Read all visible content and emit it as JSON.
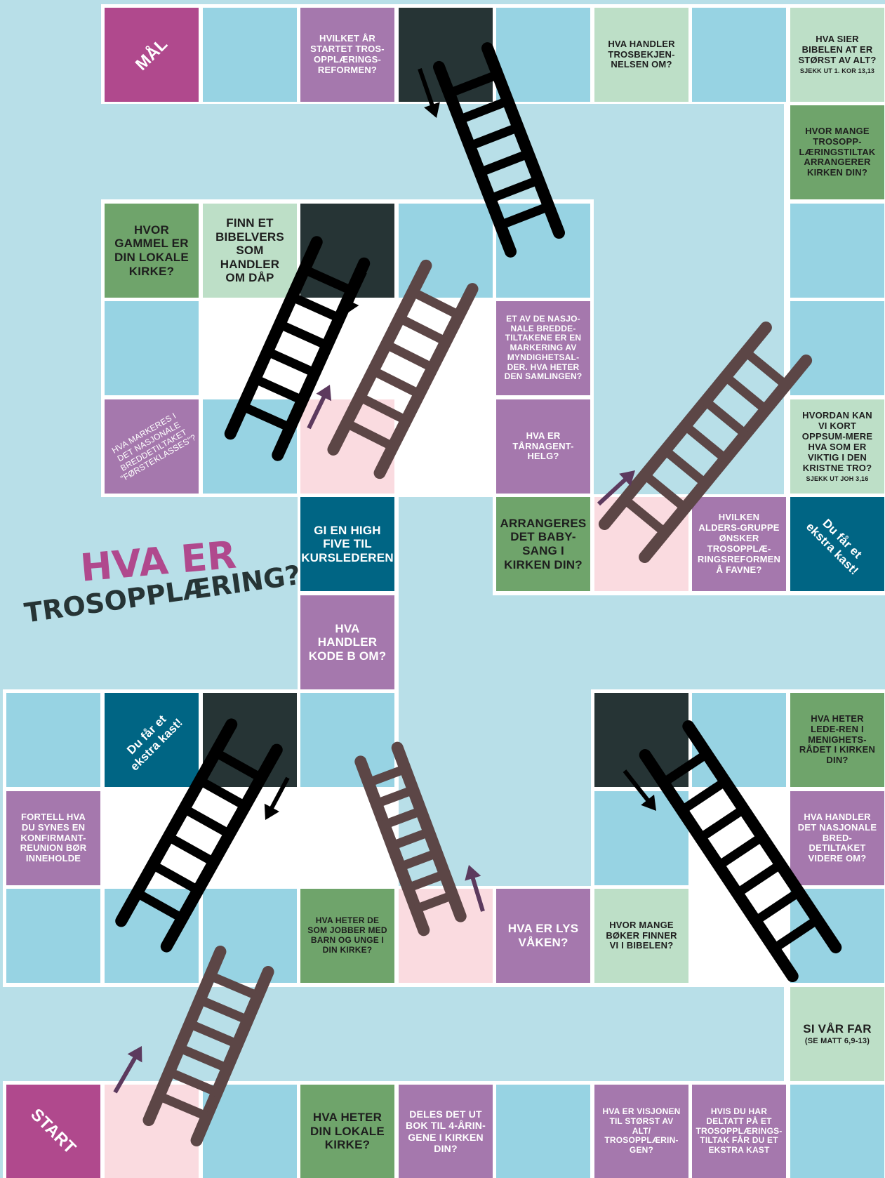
{
  "title": {
    "line1": "HVA ER",
    "line2": "TROSOPPLÆRING?"
  },
  "squares": {
    "maal": "MÅL",
    "start": "START",
    "q_aar": "HVILKET ÅR STARTET TROS-OPPLÆRINGS-REFORMEN?",
    "q_trosbekjennelsen": "HVA HANDLER TROSBEKJEN-NELSEN OM?",
    "q_storst": "HVA SIER BIBELEN AT ER STØRST AV ALT?",
    "q_storst_ref": "SJEKK UT 1. KOR 13,13",
    "q_mange_tiltak": "HVOR MANGE TROSOPP-LÆRINGSTILTAK ARRANGERER KIRKEN DIN?",
    "q_gammel": "HVOR GAMMEL ER DIN LOKALE KIRKE?",
    "q_bibelvers": "FINN ET BIBELVERS SOM HANDLER OM DÅP",
    "q_myndighet": "ET AV DE NASJO-NALE BREDDE-TILTAKENE ER EN MARKERING AV MYNDIGHETSAL-DER. HVA HETER DEN SAMLINGEN?",
    "q_forsteklasses": "HVA MARKERES I DET NASJONALE BREDDETILTAKET \"FØRSTEKLASSES\"?",
    "q_tarnagent": "HVA ER TÅRNAGENT-HELG?",
    "q_oppsummere": "HVORDAN KAN VI KORT OPPSUM-MERE HVA SOM ER VIKTIG I DEN KRISTNE TRO?",
    "q_oppsummere_ref": "SJEKK UT JOH 3,16",
    "q_high_five": "GI EN HIGH FIVE TIL KURSLEDEREN",
    "q_babysang": "ARRANGERES DET BABY-SANG I KIRKEN DIN?",
    "q_aldersgruppe": "HVILKEN ALDERS-GRUPPE ØNSKER TROSOPPLÆ-RINGSREFORMEN Å FAVNE?",
    "extra_kast": "Du får et ekstra kast!",
    "q_kode_b": "HVA HANDLER KODE B OM?",
    "q_leder": "HVA HETER LEDE-REN I MENIGHETS-RÅDET I KIRKEN DIN?",
    "q_konfirmant": "FORTELL HVA DU SYNES EN KONFIRMANT-REUNION BØR INNEHOLDE",
    "q_videre": "HVA HANDLER DET NASJONALE BRED-DETILTAKET VIDERE OM?",
    "q_jobber": "HVA HETER DE SOM JOBBER MED BARN OG UNGE I DIN KIRKE?",
    "q_lys_vaken": "HVA ER LYS VÅKEN?",
    "q_boker": "HVOR MANGE BØKER FINNER VI I BIBELEN?",
    "q_var_far": "SI VÅR FAR",
    "q_var_far_ref": "(SE MATT 6,9-13)",
    "q_lokale_kirke": "HVA HETER DIN LOKALE KIRKE?",
    "q_bok": "DELES DET UT BOK TIL 4-ÅRIN-GENE I KIRKEN DIN?",
    "q_visjonen": "HVA ER VISJONEN TIL STØRST AV ALT/ TROSOPPLÆRIN-GEN?",
    "q_tiltak_ekstra": "HVIS DU HAR DELTATT PÅ ET TROSOPPLÆRINGS-TILTAK FÅR DU ET EKSTRA KAST"
  },
  "colors": {
    "background": "#b8dfe8",
    "blue": "#97d3e3",
    "purple": "#a578ad",
    "magenta": "#b0498d",
    "dark": "#263435",
    "green": "#6fa46b",
    "light_green": "#bddfc7",
    "teal": "#006584",
    "pink": "#fadbe0",
    "ladder_black": "#000000",
    "ladder_brown": "#5c4646",
    "arrow_purple": "#5c3a5e"
  }
}
